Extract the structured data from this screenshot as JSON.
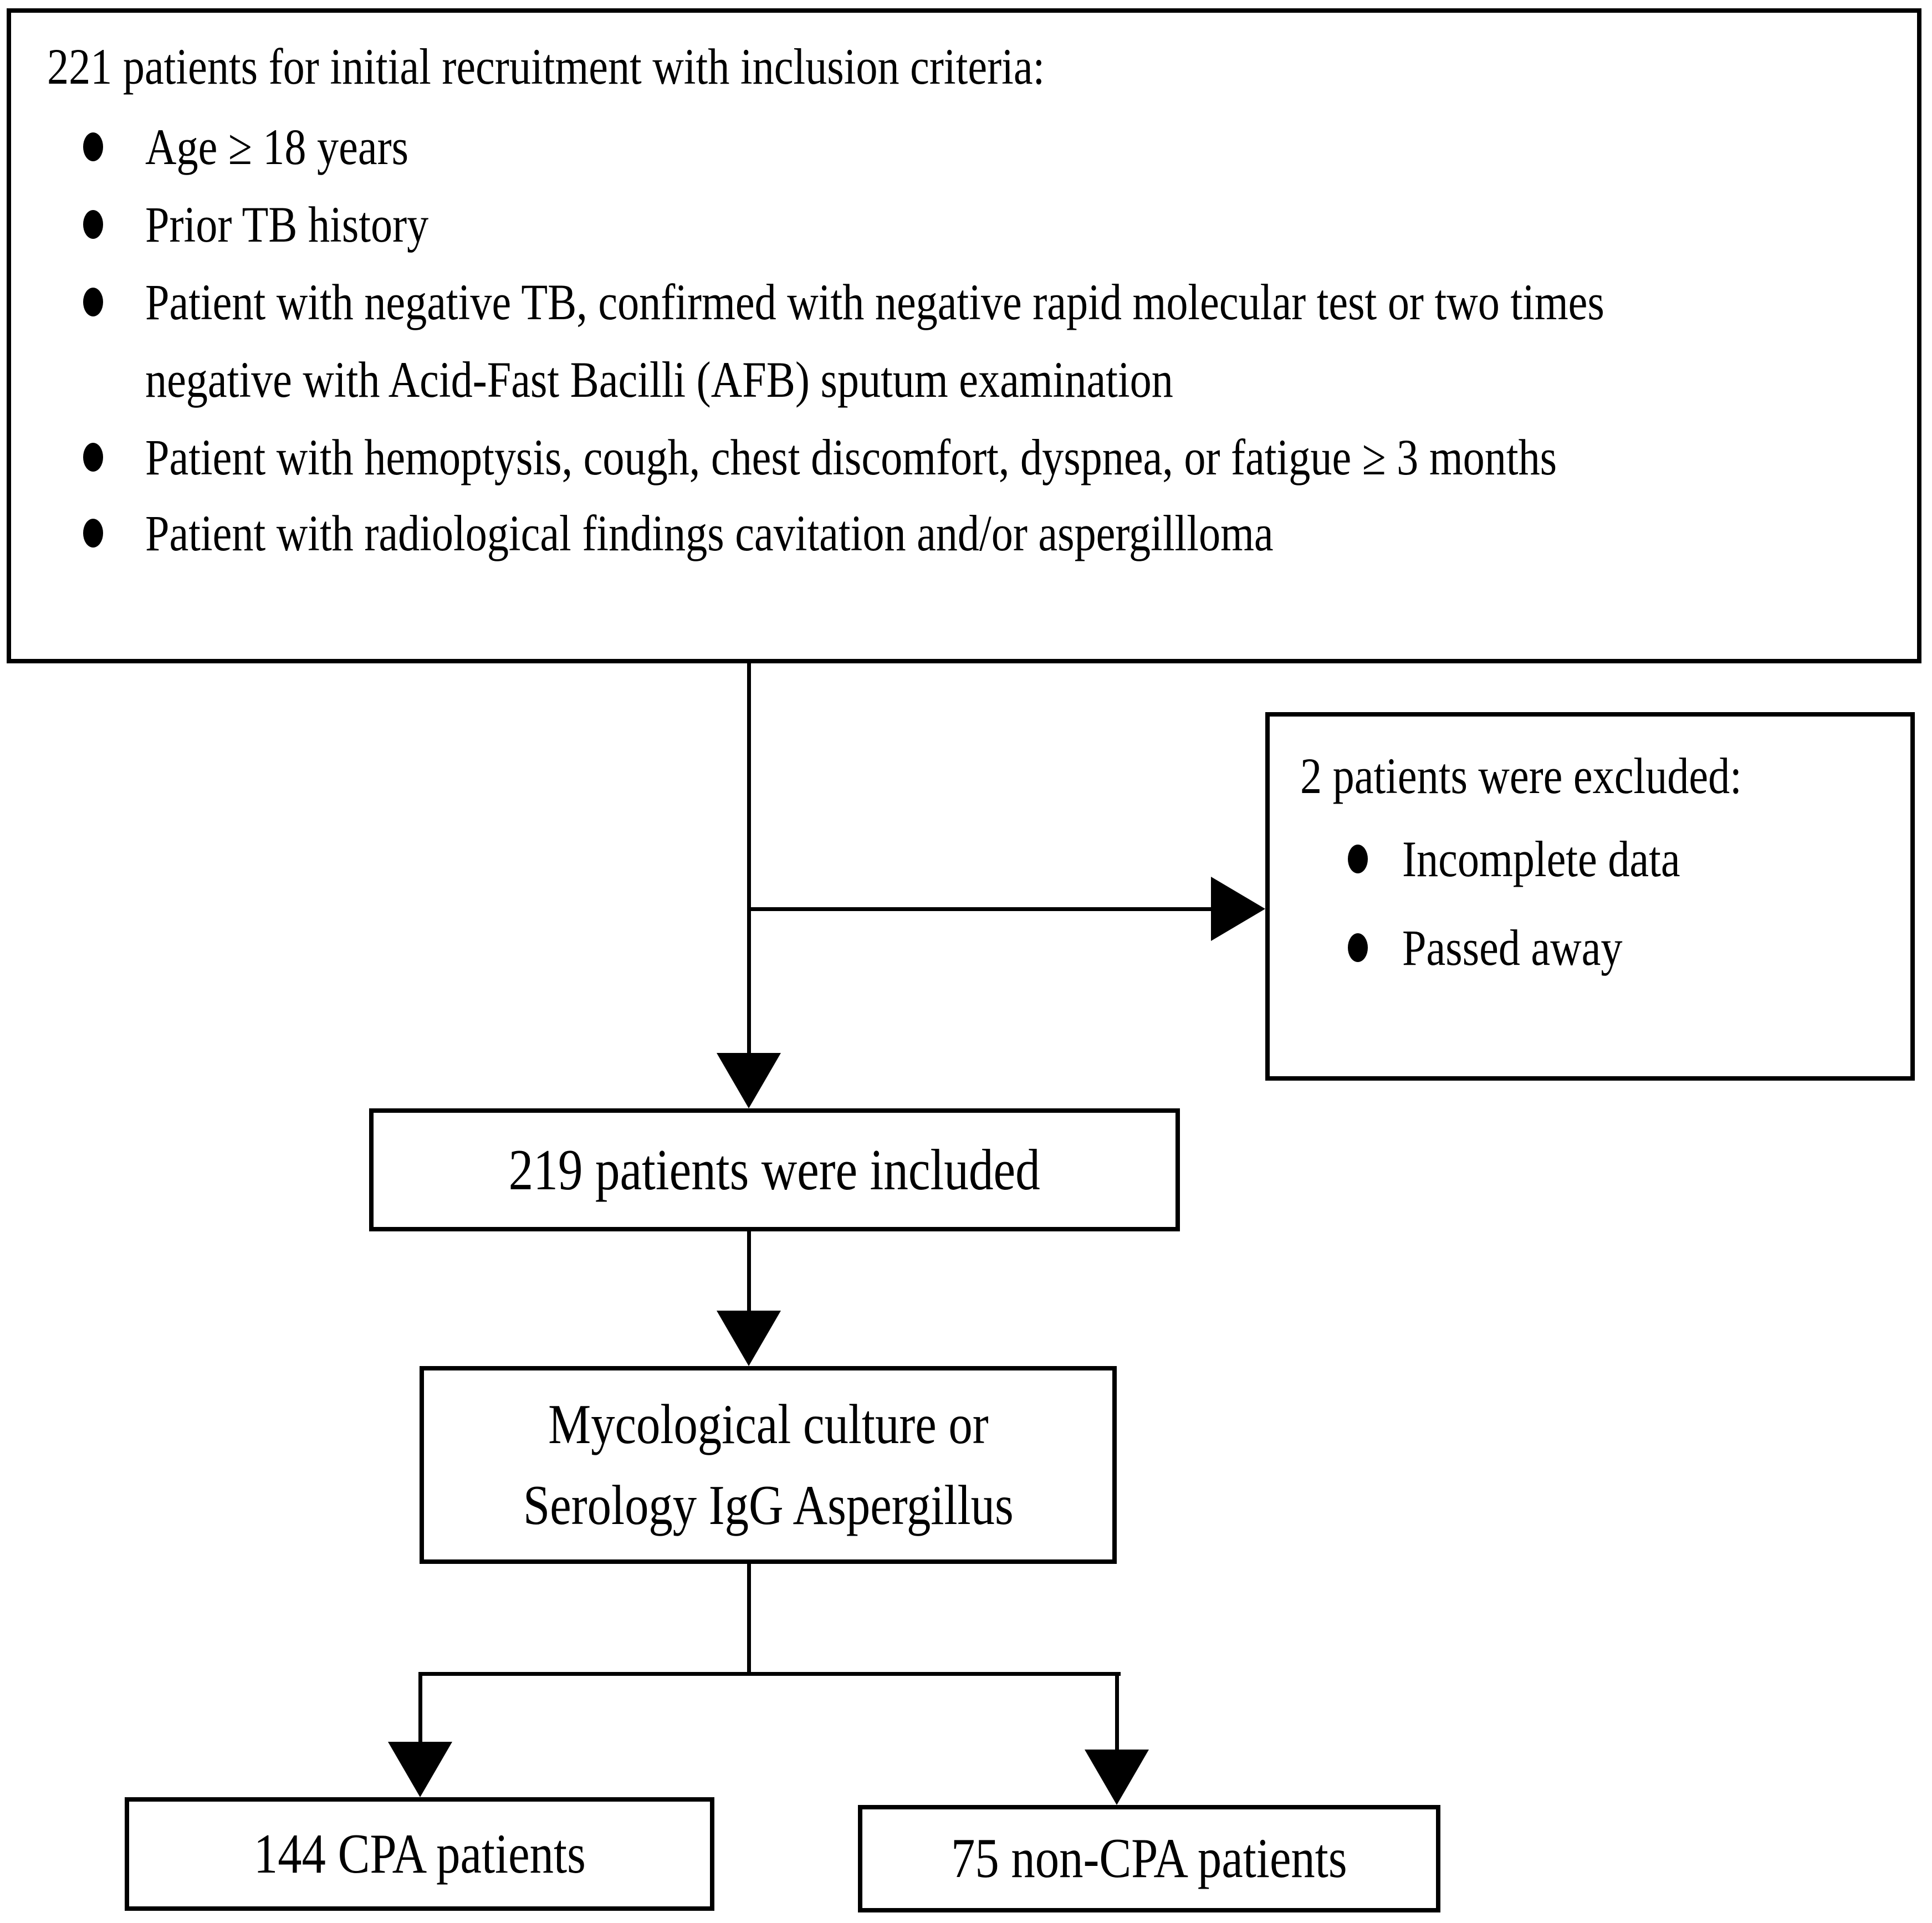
{
  "colors": {
    "ink": "#000000",
    "background": "#ffffff"
  },
  "inclusion_box": {
    "title": "221 patients for initial recruitment with inclusion criteria:",
    "bullets": [
      {
        "lines": [
          "Age ≥ 18 years"
        ]
      },
      {
        "lines": [
          "Prior TB history"
        ]
      },
      {
        "lines": [
          "Patient with negative TB, confirmed with negative rapid molecular test or two times",
          "negative with Acid-Fast Bacilli (AFB) sputum examination"
        ]
      },
      {
        "lines": [
          "Patient with hemoptysis, cough, chest discomfort, dyspnea, or fatigue ≥ 3 months"
        ]
      },
      {
        "lines": [
          "Patient with radiological findings cavitation and/or aspergillloma"
        ]
      }
    ]
  },
  "exclusion_box": {
    "title": "2 patients were excluded:",
    "bullets": [
      "Incomplete data",
      "Passed away"
    ]
  },
  "included_box": {
    "label": "219 patients were included"
  },
  "test_box": {
    "lines": [
      "Mycological culture or",
      "Serology IgG Aspergillus"
    ]
  },
  "cpa_box": {
    "label": "144 CPA patients"
  },
  "non_cpa_box": {
    "label": "75 non-CPA patients"
  }
}
